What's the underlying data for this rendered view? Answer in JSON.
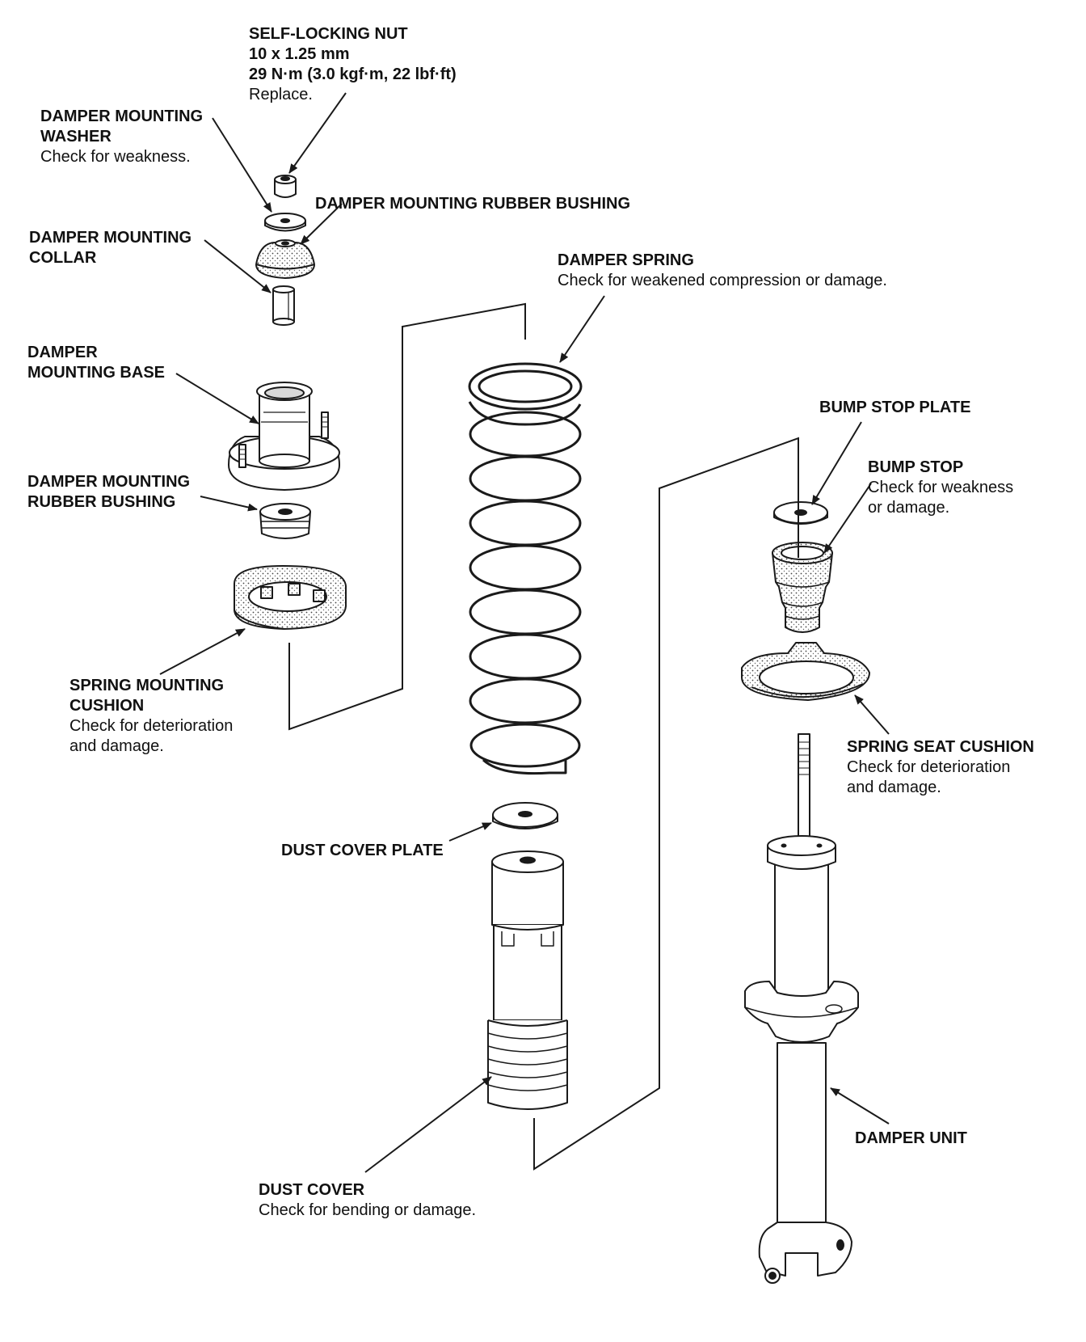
{
  "colors": {
    "ink": "#1a1a1a",
    "paper": "#ffffff",
    "shade": "#d8d8d8",
    "dark": "#9a9a9a"
  },
  "labels": {
    "self_locking_nut": {
      "title": "SELF-LOCKING NUT",
      "size": "10 x 1.25 mm",
      "torque": "29 N·m (3.0 kgf·m, 22 lbf·ft)",
      "note": "Replace."
    },
    "damper_mounting_washer": {
      "title_line1": "DAMPER MOUNTING",
      "title_line2": "WASHER",
      "note": "Check for weakness."
    },
    "damper_mounting_rubber_bushing_upper": {
      "title": "DAMPER MOUNTING RUBBER BUSHING"
    },
    "damper_mounting_collar": {
      "title_line1": "DAMPER MOUNTING",
      "title_line2": "COLLAR"
    },
    "damper_spring": {
      "title": "DAMPER SPRING",
      "note": "Check for weakened compression or damage."
    },
    "damper_mounting_base": {
      "title_line1": "DAMPER",
      "title_line2": "MOUNTING BASE"
    },
    "bump_stop_plate": {
      "title": "BUMP STOP PLATE"
    },
    "bump_stop": {
      "title": "BUMP STOP",
      "note_line1": "Check for weakness",
      "note_line2": "or damage."
    },
    "damper_mounting_rubber_bushing_lower": {
      "title_line1": "DAMPER MOUNTING",
      "title_line2": "RUBBER BUSHING"
    },
    "spring_mounting_cushion": {
      "title_line1": "SPRING MOUNTING",
      "title_line2": "CUSHION",
      "note_line1": "Check for deterioration",
      "note_line2": "and damage."
    },
    "spring_seat_cushion": {
      "title": "SPRING SEAT CUSHION",
      "note_line1": "Check for deterioration",
      "note_line2": "and damage."
    },
    "dust_cover_plate": {
      "title": "DUST COVER PLATE"
    },
    "damper_unit": {
      "title": "DAMPER UNIT"
    },
    "dust_cover": {
      "title": "DUST COVER",
      "note": "Check for bending or damage."
    }
  }
}
